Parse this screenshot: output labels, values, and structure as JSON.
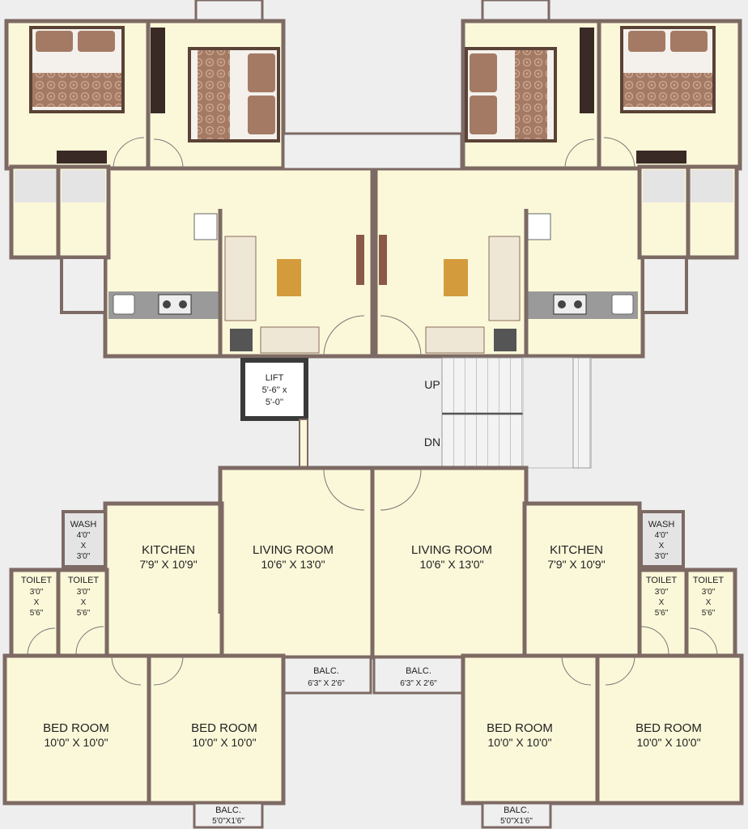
{
  "colors": {
    "floor": "#fbf8d9",
    "wall": "#7d6a64",
    "wet": "#e4e4e4",
    "balcony": "#efefef",
    "stair": "#f3f3f3",
    "lift_wall": "#3a3a3a",
    "counter": "#9a9a9a",
    "furniture": "#b08a74",
    "bedding": "#a47a64"
  },
  "labels": {
    "kitchen_left": {
      "name": "KITCHEN",
      "size": "7'9\" X 10'9\""
    },
    "kitchen_right": {
      "name": "KITCHEN",
      "size": "7'9\" X 10'9\""
    },
    "living_left": {
      "name": "LIVING ROOM",
      "size": "10'6\" X 13'0\""
    },
    "living_right": {
      "name": "LIVING ROOM",
      "size": "10'6\" X 13'0\""
    },
    "bed1": {
      "name": "BED ROOM",
      "size": "10'0\" X 10'0\""
    },
    "bed2": {
      "name": "BED ROOM",
      "size": "10'0\" X 10'0\""
    },
    "bed3": {
      "name": "BED ROOM",
      "size": "10'0\" X 10'0\""
    },
    "bed4": {
      "name": "BED ROOM",
      "size": "10'0\" X 10'0\""
    },
    "wash_left": {
      "name": "WASH",
      "l1": "4'0\"",
      "l2": "X",
      "l3": "3'0\""
    },
    "wash_right": {
      "name": "WASH",
      "l1": "4'0\"",
      "l2": "X",
      "l3": "3'0\""
    },
    "toilet1": {
      "name": "TOILET",
      "l1": "3'0\"",
      "l2": "X",
      "l3": "5'6\""
    },
    "toilet2": {
      "name": "TOILET",
      "l1": "3'0\"",
      "l2": "X",
      "l3": "5'6\""
    },
    "toilet3": {
      "name": "TOILET",
      "l1": "3'0\"",
      "l2": "X",
      "l3": "5'6\""
    },
    "toilet4": {
      "name": "TOILET",
      "l1": "3'0\"",
      "l2": "X",
      "l3": "5'6\""
    },
    "balc_left": {
      "name": "BALC.",
      "size": "6'3\" X 2'6\""
    },
    "balc_right": {
      "name": "BALC.",
      "size": "6'3\" X 2'6\""
    },
    "balc_bottom_left": {
      "name": "BALC.",
      "size": "5'0\"X1'6\""
    },
    "balc_bottom_right": {
      "name": "BALC.",
      "size": "5'0\"X1'6\""
    },
    "lift": {
      "name": "LIFT",
      "l1": "5'-6'' x",
      "l2": "5'-0''"
    },
    "stair_up": "UP",
    "stair_dn": "DN"
  }
}
